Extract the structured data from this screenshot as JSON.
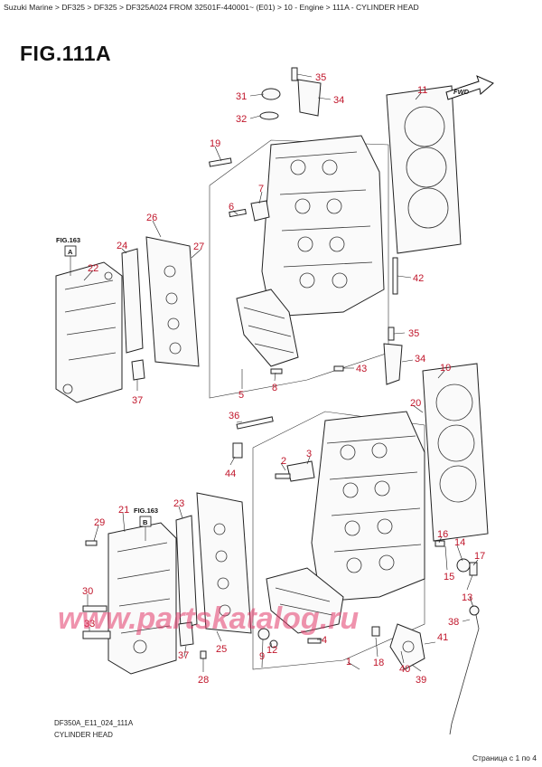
{
  "breadcrumb": "Suzuki Marine > DF325 > DF325 > DF325A024 FROM 32501F-440001~ (E01) > 10 - Engine > 111A - CYLINDER HEAD",
  "figure": {
    "title": "FIG.111A"
  },
  "references": {
    "ref_a_label": "FIG.163",
    "ref_a_tag": "A",
    "ref_b_label": "FIG.163",
    "ref_b_tag": "B"
  },
  "fwd_label": "FWD",
  "callouts": [
    "1",
    "2",
    "3",
    "4",
    "5",
    "6",
    "7",
    "8",
    "9",
    "10",
    "11",
    "12",
    "13",
    "14",
    "15",
    "16",
    "17",
    "18",
    "19",
    "20",
    "21",
    "22",
    "23",
    "24",
    "25",
    "26",
    "27",
    "28",
    "29",
    "30",
    "31",
    "32",
    "33",
    "34",
    "35",
    "35",
    "36",
    "37",
    "37",
    "38",
    "39",
    "40",
    "41",
    "42",
    "43",
    "44"
  ],
  "watermark": "www.partskatalog.ru",
  "footer": {
    "code": "DF350A_E11_024_111A",
    "name": "CYLINDER HEAD"
  },
  "pager": "Страница с 1 по 4",
  "colors": {
    "callout": "#c0152a",
    "watermark": "#e23a6a"
  }
}
